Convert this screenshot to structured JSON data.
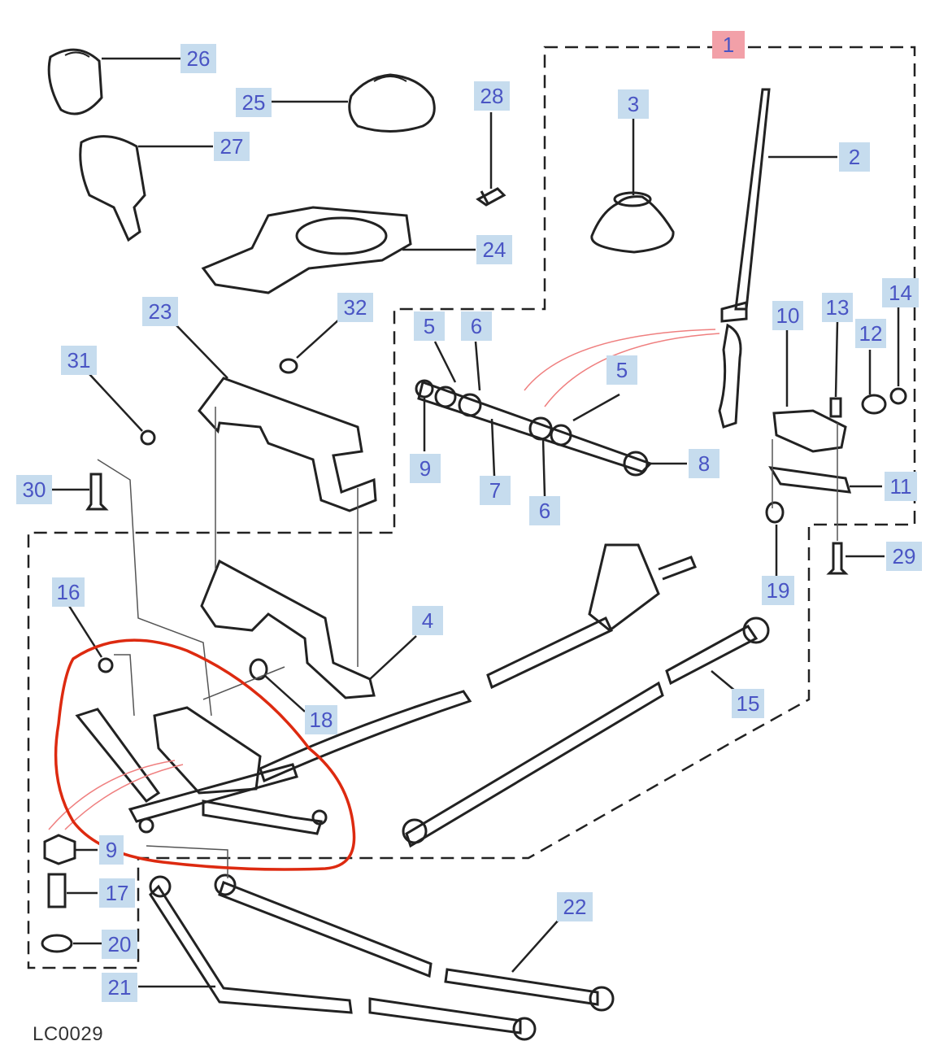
{
  "diagram_id": "LC0029",
  "colors": {
    "callout_fill": "#c6dcee",
    "callout_text": "#4a55c4",
    "callout_highlight": "#f2a0a8",
    "line": "#222222",
    "annotation": "#dd2a10"
  },
  "callouts": [
    {
      "id": "c1",
      "text": "1",
      "highlight": true
    },
    {
      "id": "c2",
      "text": "2"
    },
    {
      "id": "c3",
      "text": "3"
    },
    {
      "id": "c4",
      "text": "4"
    },
    {
      "id": "c5a",
      "text": "5"
    },
    {
      "id": "c5b",
      "text": "5"
    },
    {
      "id": "c6a",
      "text": "6"
    },
    {
      "id": "c6b",
      "text": "6"
    },
    {
      "id": "c7",
      "text": "7"
    },
    {
      "id": "c8",
      "text": "8"
    },
    {
      "id": "c9a",
      "text": "9"
    },
    {
      "id": "c9b",
      "text": "9"
    },
    {
      "id": "c10",
      "text": "10"
    },
    {
      "id": "c11",
      "text": "11"
    },
    {
      "id": "c12",
      "text": "12"
    },
    {
      "id": "c13",
      "text": "13"
    },
    {
      "id": "c14",
      "text": "14"
    },
    {
      "id": "c15",
      "text": "15"
    },
    {
      "id": "c16",
      "text": "16"
    },
    {
      "id": "c17",
      "text": "17"
    },
    {
      "id": "c18",
      "text": "18"
    },
    {
      "id": "c19",
      "text": "19"
    },
    {
      "id": "c20",
      "text": "20"
    },
    {
      "id": "c21",
      "text": "21"
    },
    {
      "id": "c22",
      "text": "22"
    },
    {
      "id": "c23",
      "text": "23"
    },
    {
      "id": "c24",
      "text": "24"
    },
    {
      "id": "c25",
      "text": "25"
    },
    {
      "id": "c26",
      "text": "26"
    },
    {
      "id": "c27",
      "text": "27"
    },
    {
      "id": "c28",
      "text": "28"
    },
    {
      "id": "c29",
      "text": "29"
    },
    {
      "id": "c30",
      "text": "30"
    },
    {
      "id": "c31",
      "text": "31"
    },
    {
      "id": "c32",
      "text": "32"
    }
  ]
}
